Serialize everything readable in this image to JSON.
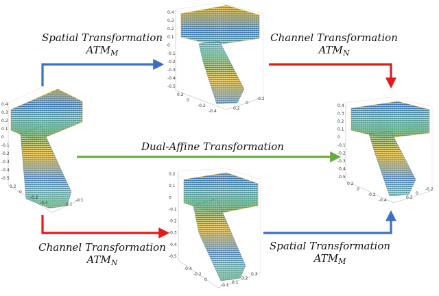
{
  "colors": {
    "spatial_arrow": "#3b6fc4",
    "channel_arrow": "#e3191c",
    "dual_arrow": "#63ad3e",
    "mesh_top": "#f3c634",
    "mesh_mid": "#49b8a8",
    "mesh_bottom": "#3a3f9a"
  },
  "labels": {
    "top_left": {
      "title": "Spatial Transformation",
      "atm": "ATM",
      "sub": "M"
    },
    "top_right": {
      "title": "Channel Transformation",
      "atm": "ATM",
      "sub": "N"
    },
    "middle": {
      "title": "Dual-Affine Transformation"
    },
    "bottom_left": {
      "title": "Channel Transformation",
      "atm": "ATM",
      "sub": "N"
    },
    "bottom_right": {
      "title": "Spatial Transformation",
      "atm": "ATM",
      "sub": "M"
    }
  },
  "plots": {
    "left": {
      "z_ticks": [
        "0.4",
        "0.3",
        "0.2",
        "0.1",
        "0",
        "-0.1",
        "-0.2",
        "-0.3",
        "-0.4",
        "-0.5"
      ],
      "base_ticks": [
        "0.2",
        "0",
        "-0.2",
        "-0.4",
        "0.1",
        "-0.1"
      ]
    },
    "top": {
      "z_ticks": [
        "0.4",
        "0.3",
        "0.2",
        "0.1",
        "0",
        "-0.1",
        "-0.2",
        "-0.3",
        "-0.4",
        "-0.5"
      ],
      "base_ticks": [
        "0.2",
        "0",
        "-0.2",
        "-0.4",
        "0.2",
        "0",
        "-0.2"
      ]
    },
    "right": {
      "z_ticks": [
        "0.4",
        "0.3",
        "0.2",
        "0.1",
        "0",
        "-0.1",
        "-0.2",
        "-0.3",
        "-0.4",
        "-0.5"
      ],
      "base_ticks": [
        "0.2",
        "0",
        "-0.2",
        "-0.4",
        "0.2",
        "0",
        "-0.2"
      ]
    },
    "bottom": {
      "z_ticks": [
        "0.2",
        "0.1",
        "0",
        "-0.1",
        "-0.2",
        "-0.3",
        "-0.4",
        "-0.5"
      ],
      "base_ticks": [
        "-0.4",
        "-0.2",
        "0",
        "-0.1",
        "0.1",
        "0.2",
        "0.3"
      ]
    }
  }
}
